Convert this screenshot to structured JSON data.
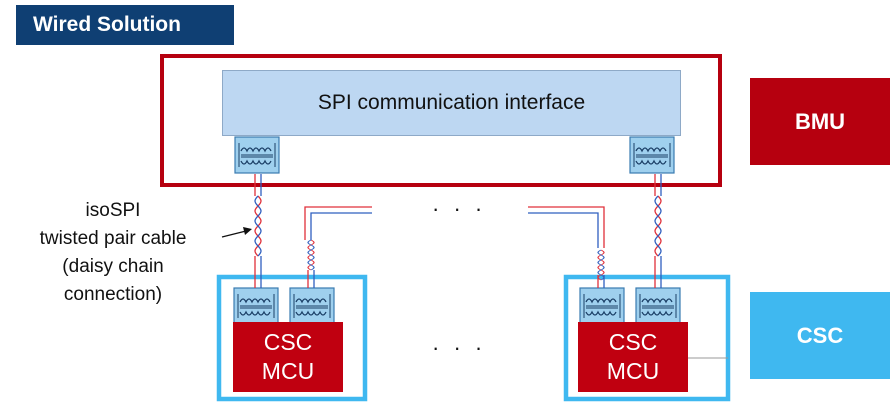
{
  "title": "Wired Solution",
  "spi_label": "SPI communication interface",
  "bmu_label": "BMU",
  "csc_label": "CSC",
  "iso_label": {
    "line1": "isoSPI",
    "line2": "twisted pair cable",
    "line3": "(daisy chain",
    "line4": "connection)"
  },
  "mcu_left": {
    "line1": "CSC",
    "line2": "MCU"
  },
  "mcu_right": {
    "line1": "CSC",
    "line2": "MCU"
  },
  "ellipsis": "· · ·",
  "colors": {
    "title_bg": "#0f3f73",
    "bmu_red": "#b6000f",
    "csc_blue": "#3fb8f0",
    "spi_fill": "#bdd7f2",
    "mcu_red": "#c00010",
    "transformer_fill": "#9fd0ee",
    "wire_red": "#e0303a",
    "wire_blue": "#2f5fbf"
  }
}
